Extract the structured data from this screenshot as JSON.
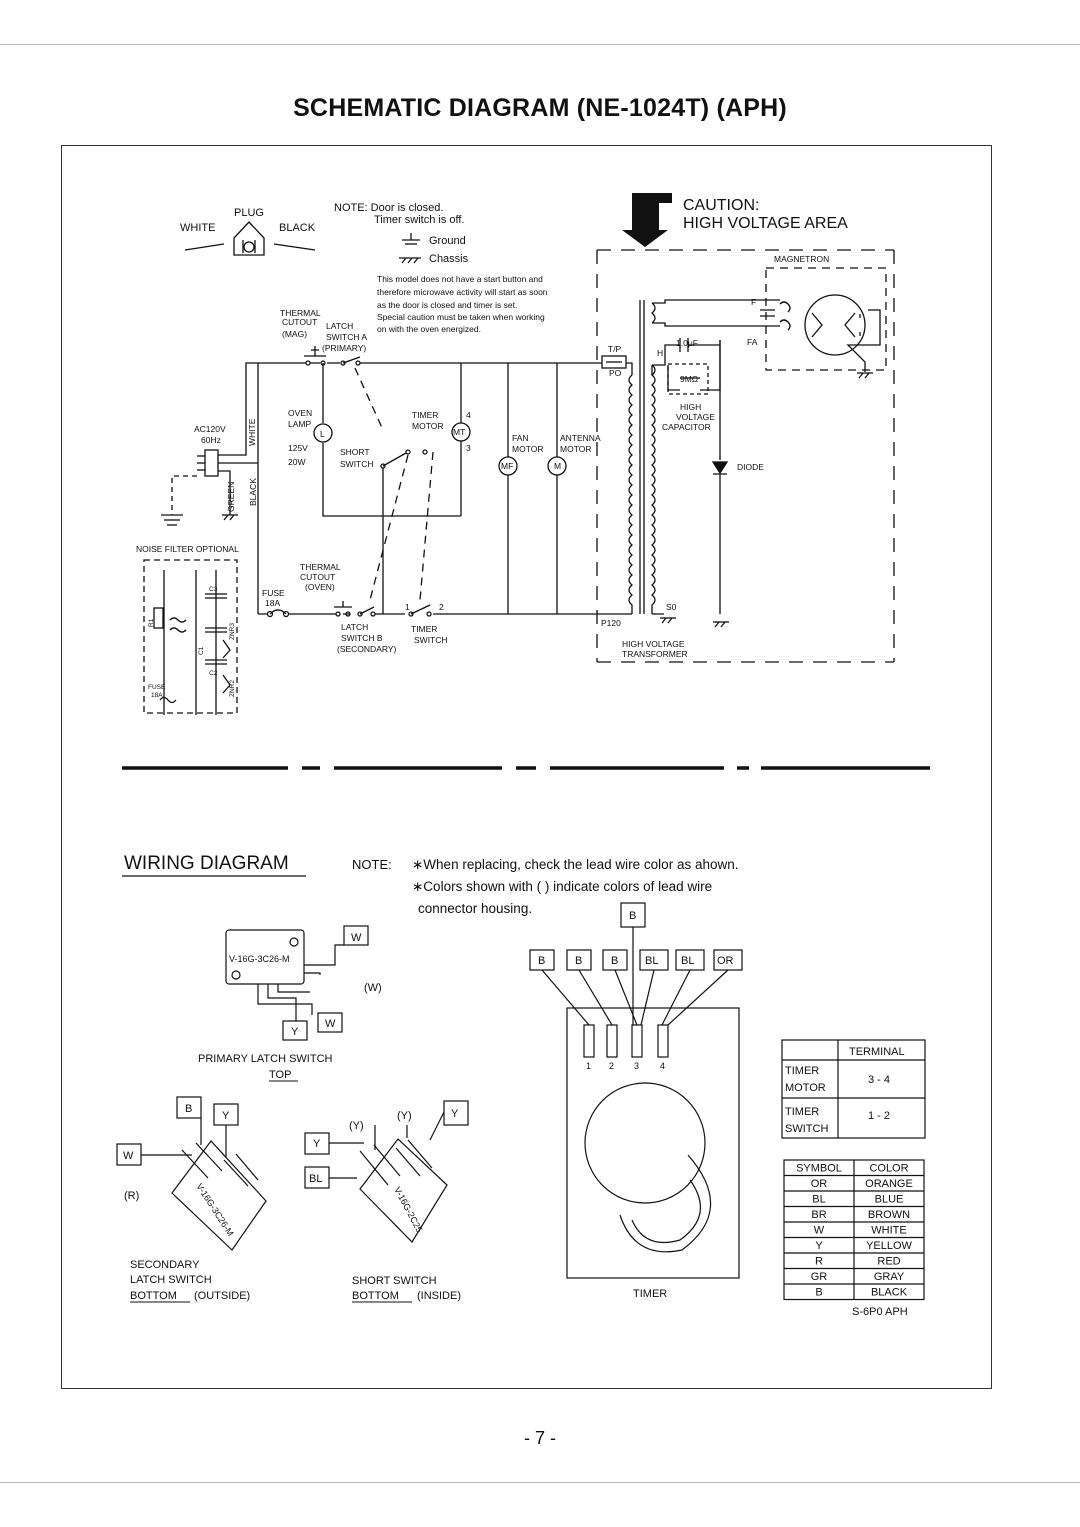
{
  "title": "SCHEMATIC DIAGRAM (NE-1024T) (APH)",
  "page_number": "- 7 -",
  "caution": {
    "line1": "CAUTION:",
    "line2": "HIGH VOLTAGE AREA"
  },
  "schematic": {
    "plug": "PLUG",
    "white": "WHITE",
    "black": "BLACK",
    "note_door": "NOTE: Door is closed.",
    "note_timer": "Timer switch is off.",
    "ground": "Ground",
    "chassis": "Chassis",
    "model_note": [
      "This model does not have a start button and",
      "therefore microwave activity will start as soon",
      "as the door is closed and timer is set.",
      "Special caution must be taken when working",
      "on with the oven energized."
    ],
    "thermal_cutout_mag": [
      "THERMAL",
      "CUTOUT",
      "(MAG)"
    ],
    "latch_switch_a": [
      "LATCH",
      "SWITCH A",
      "(PRIMARY)"
    ],
    "ac120v": "AC120V",
    "hz": "60Hz",
    "wire_white": "WHITE",
    "wire_green": "GREEN",
    "wire_black": "BLACK",
    "oven_lamp": [
      "OVEN",
      "LAMP"
    ],
    "lamp_rating": [
      "125V",
      "20W"
    ],
    "short_switch": [
      "SHORT",
      "SWITCH"
    ],
    "timer_motor": [
      "TIMER",
      "MOTOR"
    ],
    "fan_motor": [
      "FAN",
      "MOTOR"
    ],
    "antenna_motor": [
      "ANTENNA",
      "MOTOR"
    ],
    "tp": "T/P",
    "po": "PO",
    "cap_value": "1.0μF",
    "resistor": "9MΩ",
    "hv_capacitor": [
      "HIGH",
      "VOLTAGE",
      "CAPACITOR"
    ],
    "diode": "DIODE",
    "magnetron": "MAGNETRON",
    "f": "F",
    "fa": "FA",
    "h": "H",
    "s0": "S0",
    "p120": "P120",
    "hv_transformer": [
      "HIGH VOLTAGE",
      "TRANSFORMER"
    ],
    "noise_filter": "NOISE FILTER OPTIONAL",
    "fuse": [
      "FUSE",
      "18A"
    ],
    "thermal_cutout_oven": [
      "THERMAL",
      "CUTOUT",
      "(OVEN)"
    ],
    "latch_switch_b": [
      "LATCH",
      "SWITCH B",
      "(SECONDARY)"
    ],
    "timer_switch": [
      "TIMER",
      "SWITCH"
    ],
    "mt": "MT",
    "mf": "MF",
    "m": "M",
    "l": "L",
    "n1": "1",
    "n2": "2",
    "n3": "3",
    "n4": "4",
    "nf_c3": "C3",
    "nf_c1": "C1",
    "nf_c2": "C2",
    "nf_r1": "R1",
    "nf_znr3": "ZNR3",
    "nf_znr2": "ZNR2",
    "nf_fuse": [
      "FUSE",
      "18A"
    ]
  },
  "wiring": {
    "title": "WIRING DIAGRAM",
    "note_label": "NOTE:",
    "notes": [
      "∗When replacing, check the lead wire color as ahown.",
      "∗Colors shown with  (    )  indicate colors of lead wire",
      "connector housing."
    ],
    "primary_switch": {
      "part": "V-16G-3C26-M",
      "tags": [
        "W",
        "(W)",
        "W",
        "Y"
      ],
      "label": "PRIMARY LATCH SWITCH",
      "side": "TOP"
    },
    "secondary_switch": {
      "part": "V-16G-3C26-M",
      "tags": [
        "B",
        "Y",
        "W",
        "(R)"
      ],
      "label": [
        "SECONDARY",
        "LATCH SWITCH"
      ],
      "side": "BOTTOM",
      "side_note": "(OUTSIDE)"
    },
    "short_switch": {
      "part": "V-16G-2C25",
      "tags": [
        "(Y)",
        "(Y)",
        "Y",
        "Y",
        "BL"
      ],
      "label": "SHORT SWITCH",
      "side": "BOTTOM",
      "side_note": "(INSIDE)"
    },
    "timer": {
      "top_tag": "B",
      "tags": [
        "B",
        "B",
        "B",
        "BL",
        "BL",
        "OR"
      ],
      "terminals": [
        "1",
        "2",
        "3",
        "4"
      ],
      "label": "TIMER"
    },
    "terminal_table": {
      "header": "TERMINAL",
      "rows": [
        {
          "name": [
            "TIMER",
            "MOTOR"
          ],
          "value": "3 - 4"
        },
        {
          "name": [
            "TIMER",
            "SWITCH"
          ],
          "value": "1 - 2"
        }
      ]
    },
    "color_table": {
      "headers": [
        "SYMBOL",
        "COLOR"
      ],
      "rows": [
        [
          "OR",
          "ORANGE"
        ],
        [
          "BL",
          "BLUE"
        ],
        [
          "BR",
          "BROWN"
        ],
        [
          "W",
          "WHITE"
        ],
        [
          "Y",
          "YELLOW"
        ],
        [
          "R",
          "RED"
        ],
        [
          "GR",
          "GRAY"
        ],
        [
          "B",
          "BLACK"
        ]
      ]
    },
    "code": "S-6P0 APH"
  }
}
